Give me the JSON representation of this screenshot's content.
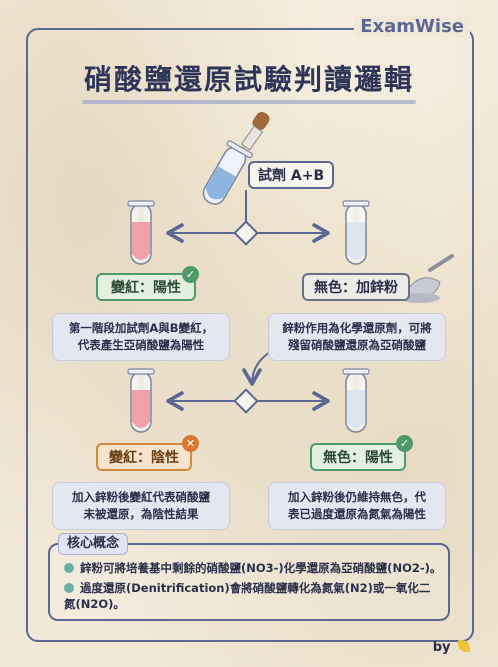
{
  "brand": "ExamWise",
  "title": "硝酸鹽還原試驗判讀邏輯",
  "reagent": "試劑 A+B",
  "step1": {
    "left": {
      "label": "變紅：陽性",
      "note_line1": "第一階段加試劑A與B變紅，",
      "note_line2": "代表產生亞硝酸鹽為陽性"
    },
    "right": {
      "label": "無色：加鋅粉",
      "note_line1": "鋅粉作用為化學還原劑，可將",
      "note_line2": "殘留硝酸鹽還原為亞硝酸鹽"
    }
  },
  "step2": {
    "left": {
      "label": "變紅：陰性",
      "note_line1": "加入鋅粉後變紅代表硝酸鹽",
      "note_line2": "未被還原，為陰性結果"
    },
    "right": {
      "label": "無色：陽性",
      "note_line1": "加入鋅粉後仍維持無色，代",
      "note_line2": "表已過度還原為氮氣為陽性"
    }
  },
  "core": {
    "title": "核心概念",
    "items": [
      {
        "text": "鋅粉可將培養基中剩餘的硝酸鹽(NO3-)化學還原為亞硝酸鹽(NO2-)。"
      },
      {
        "text_line1": "過度還原(Denitrification)會將硝酸鹽轉化為氮氣(N2)或一氧化二",
        "text_line2": "氮(N2O)。"
      }
    ]
  },
  "byline": "by",
  "colors": {
    "frame": "#5d6794",
    "positive": "#4f9a6a",
    "negative": "#d9762f",
    "red_liquid": "#f0a0a8",
    "clear_liquid": "#e8edf2"
  },
  "icons": {
    "check": "✓",
    "cross": "✕"
  }
}
